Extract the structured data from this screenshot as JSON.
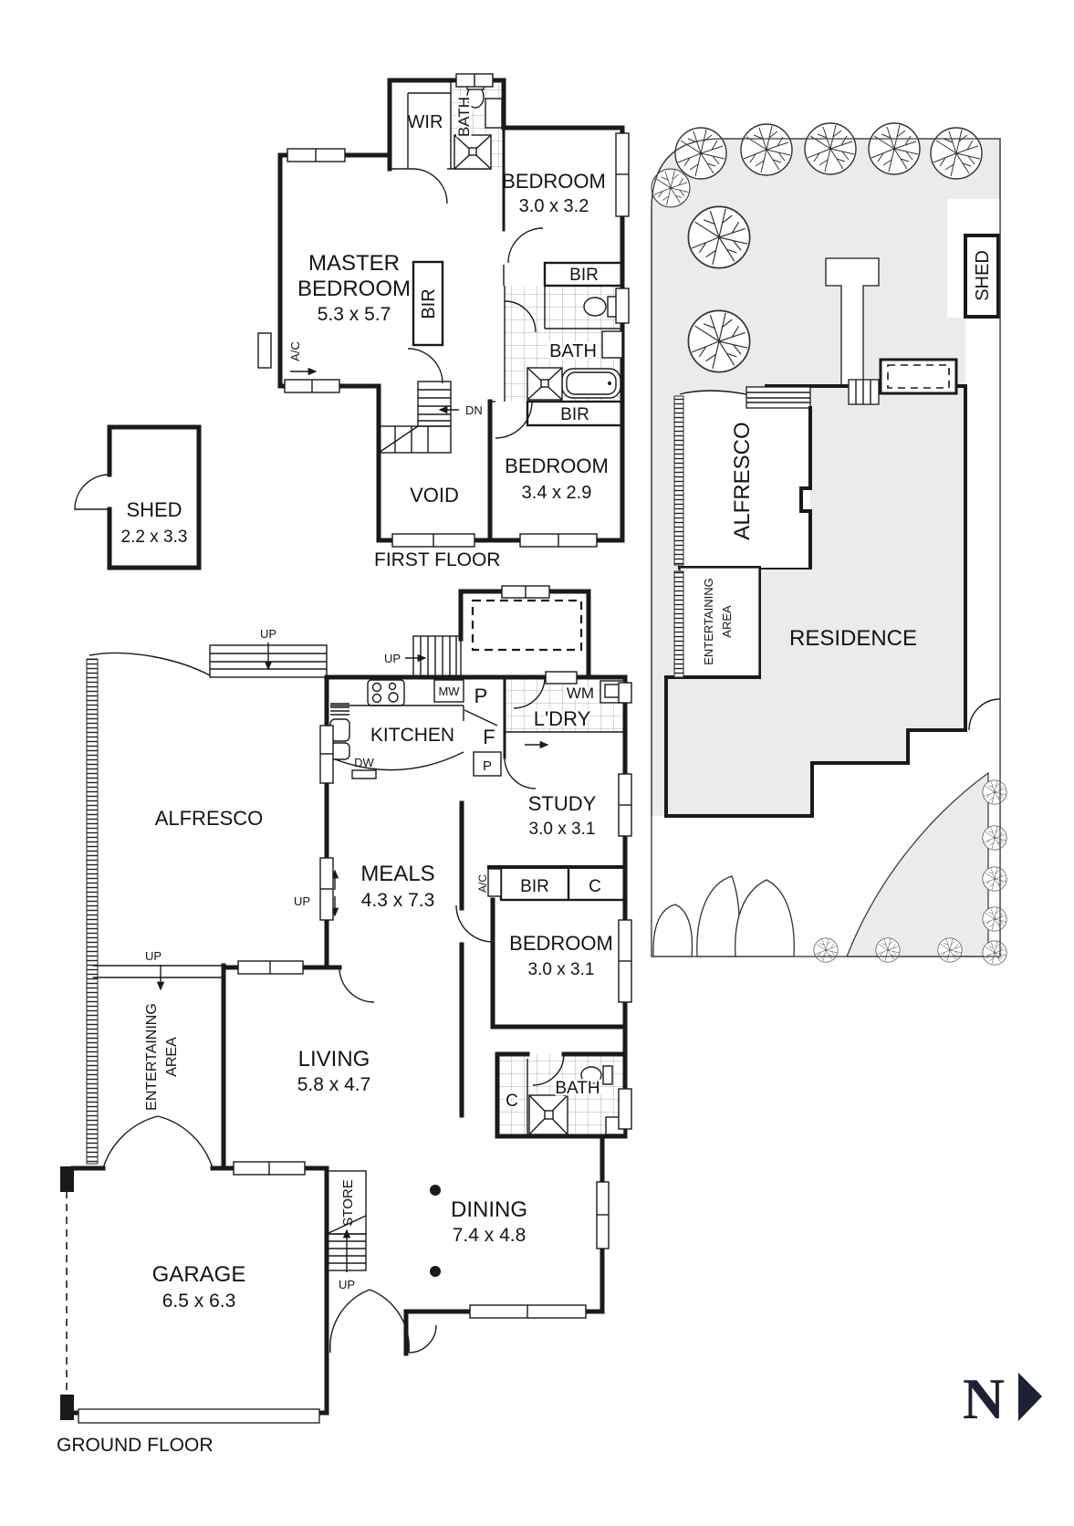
{
  "first_floor": {
    "label": "FIRST FLOOR",
    "wir": "WIR",
    "bath": "BATH",
    "bir": "BIR",
    "ac": "A/C",
    "dn": "DN",
    "void": "VOID",
    "bedroom1": {
      "name": "BEDROOM",
      "dim": "3.0 x 3.2"
    },
    "master": {
      "line1": "MASTER",
      "line2": "BEDROOM",
      "dim": "5.3 x 5.7"
    },
    "bedroom2": {
      "name": "BEDROOM",
      "dim": "3.4 x 2.9"
    }
  },
  "shed": {
    "name": "SHED",
    "dim": "2.2 x 3.3"
  },
  "site": {
    "shed": "SHED",
    "alfresco": "ALFRESCO",
    "entertaining_line1": "ENTERTAINING",
    "entertaining_line2": "AREA",
    "residence": "RESIDENCE"
  },
  "ground_floor": {
    "label": "GROUND FLOOR",
    "alfresco": "ALFRESCO",
    "up": "UP",
    "kitchen": "KITCHEN",
    "mw": "MW",
    "dw": "DW",
    "p": "P",
    "f": "F",
    "wm": "WM",
    "ldry": "L'DRY",
    "ac": "A/C",
    "bir": "BIR",
    "c": "C",
    "bath": "BATH",
    "store": "STORE",
    "entertaining_line1": "ENTERTAINING",
    "entertaining_line2": "AREA",
    "study": {
      "name": "STUDY",
      "dim": "3.0 x 3.1"
    },
    "meals": {
      "name": "MEALS",
      "dim": "4.3 x 7.3"
    },
    "bedroom": {
      "name": "BEDROOM",
      "dim": "3.0 x 3.1"
    },
    "living": {
      "name": "LIVING",
      "dim": "5.8 x 4.7"
    },
    "dining": {
      "name": "DINING",
      "dim": "7.4 x 4.8"
    },
    "garage": {
      "name": "GARAGE",
      "dim": "6.5 x 6.3"
    }
  },
  "compass": {
    "north": "N"
  },
  "colors": {
    "wall": "#1a1a1a",
    "site_fill": "#e9ebec",
    "north_accent": "#1d2136"
  }
}
